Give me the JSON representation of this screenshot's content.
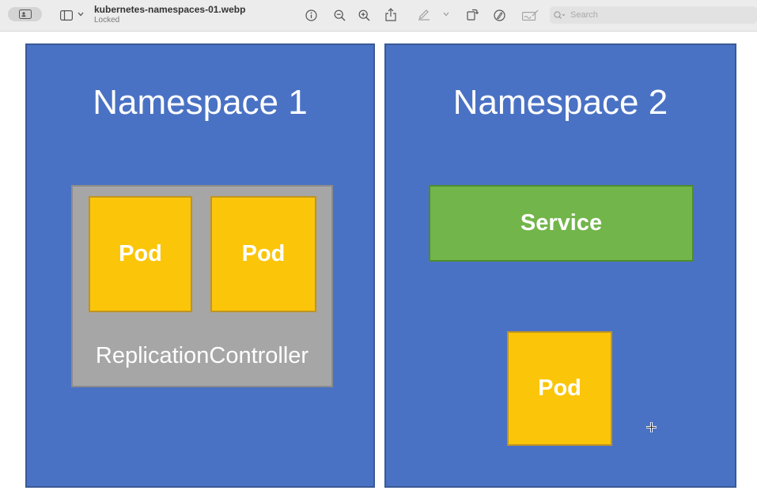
{
  "window": {
    "file_name": "kubernetes-namespaces-01.webp",
    "status": "Locked"
  },
  "toolbar": {
    "icons": [
      "sidebar-toggle-icon",
      "chevron-down-icon",
      "info-icon",
      "zoom-out-icon",
      "zoom-in-icon",
      "share-icon",
      "highlight-pen-icon",
      "chevron-down-icon",
      "rotate-icon",
      "markup-icon",
      "signature-icon",
      "search-icon"
    ],
    "search_placeholder": "Search"
  },
  "slide": {
    "namespace1": {
      "title": "Namespace 1",
      "replication_controller": "ReplicationController",
      "pods": [
        "Pod",
        "Pod"
      ]
    },
    "namespace2": {
      "title": "Namespace 2",
      "service": "Service",
      "pod": "Pod"
    }
  },
  "colors": {
    "namespace_bg": "#4a72c4",
    "pod_bg": "#fbc50a",
    "service_bg": "#72b54a",
    "replication_controller_bg": "#a6a6a6"
  }
}
